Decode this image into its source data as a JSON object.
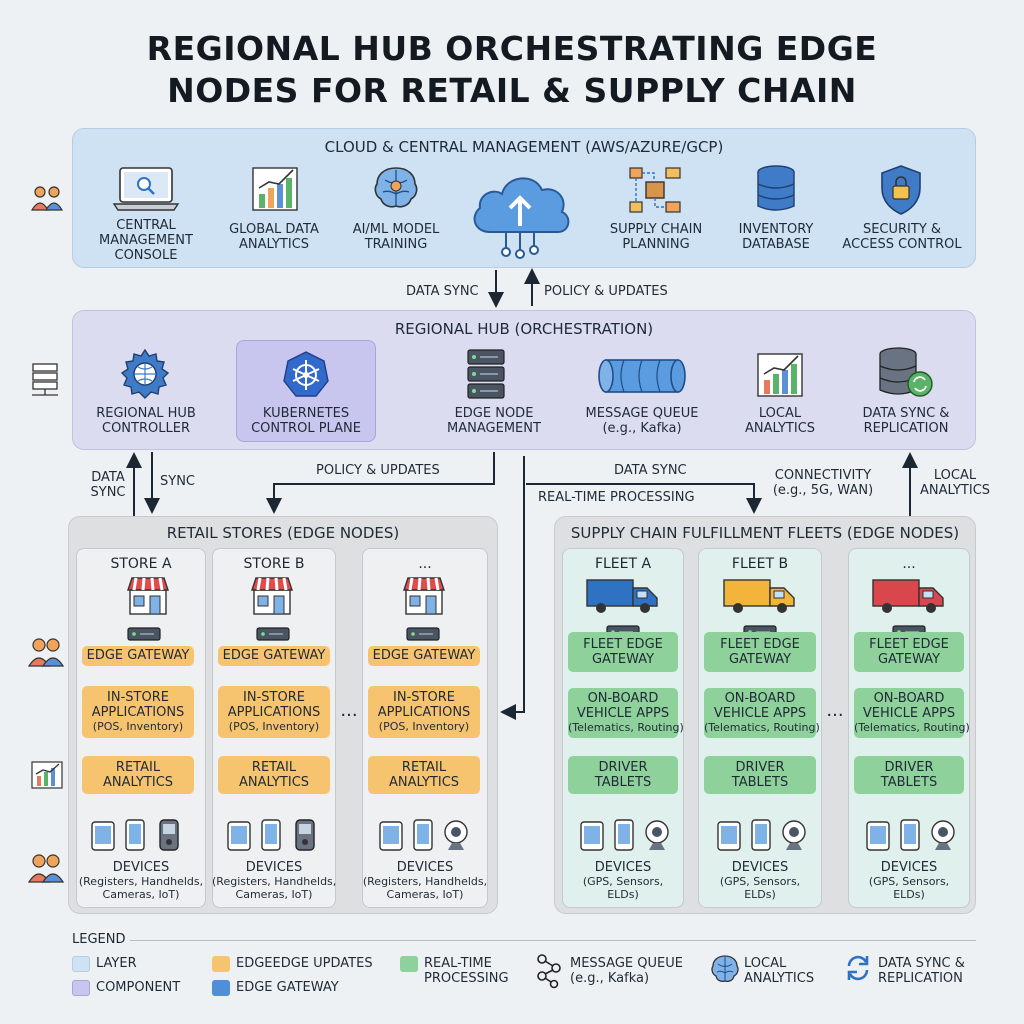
{
  "title_line1": "REGIONAL HUB ORCHESTRATING EDGE",
  "title_line2": "NODES FOR RETAIL & SUPPLY CHAIN",
  "cloud": {
    "title": "CLOUD & CENTRAL MANAGEMENT (AWS/AZURE/GCP)",
    "items": [
      {
        "l1": "CENTRAL",
        "l2": "MANAGEMENT",
        "l3": "CONSOLE",
        "icon": "laptop-search-icon"
      },
      {
        "l1": "GLOBAL DATA",
        "l2": "ANALYTICS",
        "icon": "bar-chart-icon"
      },
      {
        "l1": "AI/ML MODEL",
        "l2": "TRAINING",
        "icon": "brain-icon"
      },
      {
        "icon": "cloud-upload-icon"
      },
      {
        "l1": "SUPPLY CHAIN",
        "l2": "PLANNING",
        "icon": "flow-boxes-icon"
      },
      {
        "l1": "INVENTORY",
        "l2": "DATABASE",
        "icon": "database-icon"
      },
      {
        "l1": "SECURITY &",
        "l2": "ACCESS CONTROL",
        "icon": "shield-lock-icon"
      }
    ]
  },
  "links": {
    "cloud_hub_down": "DATA SYNC",
    "cloud_hub_up": "POLICY & UPDATES",
    "hub_stores_data": "DATA",
    "hub_stores_sync_left": "SYNC",
    "hub_stores_sync": "SYNC",
    "policy_updates": "POLICY & UPDATES",
    "data_sync": "DATA SYNC",
    "real_time": "REAL-TIME PROCESSING",
    "connectivity_l1": "CONNECTIVITY",
    "connectivity_l2": "(e.g., 5G, WAN)",
    "local_analytics_l1": "LOCAL",
    "local_analytics_l2": "ANALYTICS"
  },
  "hub": {
    "title": "REGIONAL HUB (ORCHESTRATION)",
    "items": [
      {
        "l1": "REGIONAL HUB",
        "l2": "CONTROLLER",
        "icon": "gear-globe-icon"
      },
      {
        "l1": "KUBERNETES",
        "l2": "CONTROL PLANE",
        "icon": "kubernetes-icon"
      },
      {
        "l1": "EDGE NODE",
        "l2": "MANAGEMENT",
        "icon": "server-icon"
      },
      {
        "l1": "MESSAGE QUEUE",
        "l2": "(e.g., Kafka)",
        "icon": "pipe-icon"
      },
      {
        "l1": "LOCAL",
        "l2": "ANALYTICS",
        "icon": "bar-chart-icon"
      },
      {
        "l1": "DATA SYNC &",
        "l2": "REPLICATION",
        "icon": "database-sync-icon"
      }
    ]
  },
  "stores": {
    "title": "RETAIL STORES (EDGE NODES)",
    "columns": [
      {
        "name": "STORE A",
        "devices_l1": "DEVICES",
        "devices_l2": "(Registers, Handhelds,",
        "devices_l3": "Cameras, IoT)"
      },
      {
        "name": "STORE B",
        "devices_l1": "DEVICES",
        "devices_l2": "(Registers, Handhelds,",
        "devices_l3": "Cameras, IoT)"
      },
      {
        "name": "...",
        "devices_l1": "DEVICES",
        "devices_l2": "(Registers, Handhelds,",
        "devices_l3": "Cameras, IoT)"
      }
    ],
    "gateway": "EDGE GATEWAY",
    "apps_l1": "IN-STORE",
    "apps_l2": "APPLICATIONS",
    "apps_l3": "(POS, Inventory)",
    "analytics_l1": "RETAIL",
    "analytics_l2": "ANALYTICS",
    "ellipsis": "..."
  },
  "fleets": {
    "title": "SUPPLY CHAIN FULFILLMENT FLEETS (EDGE NODES)",
    "columns": [
      {
        "name": "FLEET A",
        "truck_color": "#2f72c4",
        "devices_l1": "DEVICES",
        "devices_l2": "(GPS, Sensors,",
        "devices_l3": "ELDs)"
      },
      {
        "name": "FLEET B",
        "truck_color": "#f2b43a",
        "devices_l1": "DEVICES",
        "devices_l2": "(GPS, Sensors,",
        "devices_l3": "ELDs)"
      },
      {
        "name": "...",
        "truck_color": "#d9474d",
        "devices_l1": "DEVICES",
        "devices_l2": "(GPS, Sensors,",
        "devices_l3": "ELDs)"
      }
    ],
    "gateway_l1": "FLEET EDGE",
    "gateway_l2": "GATEWAY",
    "apps_l1": "ON-BOARD",
    "apps_l2": "VEHICLE APPS",
    "apps_l3": "(Telematics, Routing)",
    "tablets_l1": "DRIVER",
    "tablets_l2": "TABLETS",
    "ellipsis": "..."
  },
  "legend": {
    "title": "LEGEND",
    "items": [
      {
        "label": "LAYER",
        "color": "#cfe2f3"
      },
      {
        "label": "COMPONENT",
        "color": "#c8c6ee"
      },
      {
        "label": "EDGEEDGE UPDATES",
        "color": "#f6c46e"
      },
      {
        "label": "EDGE GATEWAY",
        "color": "#4f8fd8"
      },
      {
        "l1": "REAL-TIME",
        "l2": "PROCESSING",
        "color": "#8fd19a"
      },
      {
        "l1": "MESSAGE QUEUE",
        "l2": "(e.g., Kafka)",
        "icon": "network-icon"
      },
      {
        "l1": "LOCAL",
        "l2": "ANALYTICS",
        "icon": "brain-icon"
      },
      {
        "l1": "DATA SYNC &",
        "l2": "REPLICATION",
        "icon": "sync-icon"
      }
    ]
  }
}
